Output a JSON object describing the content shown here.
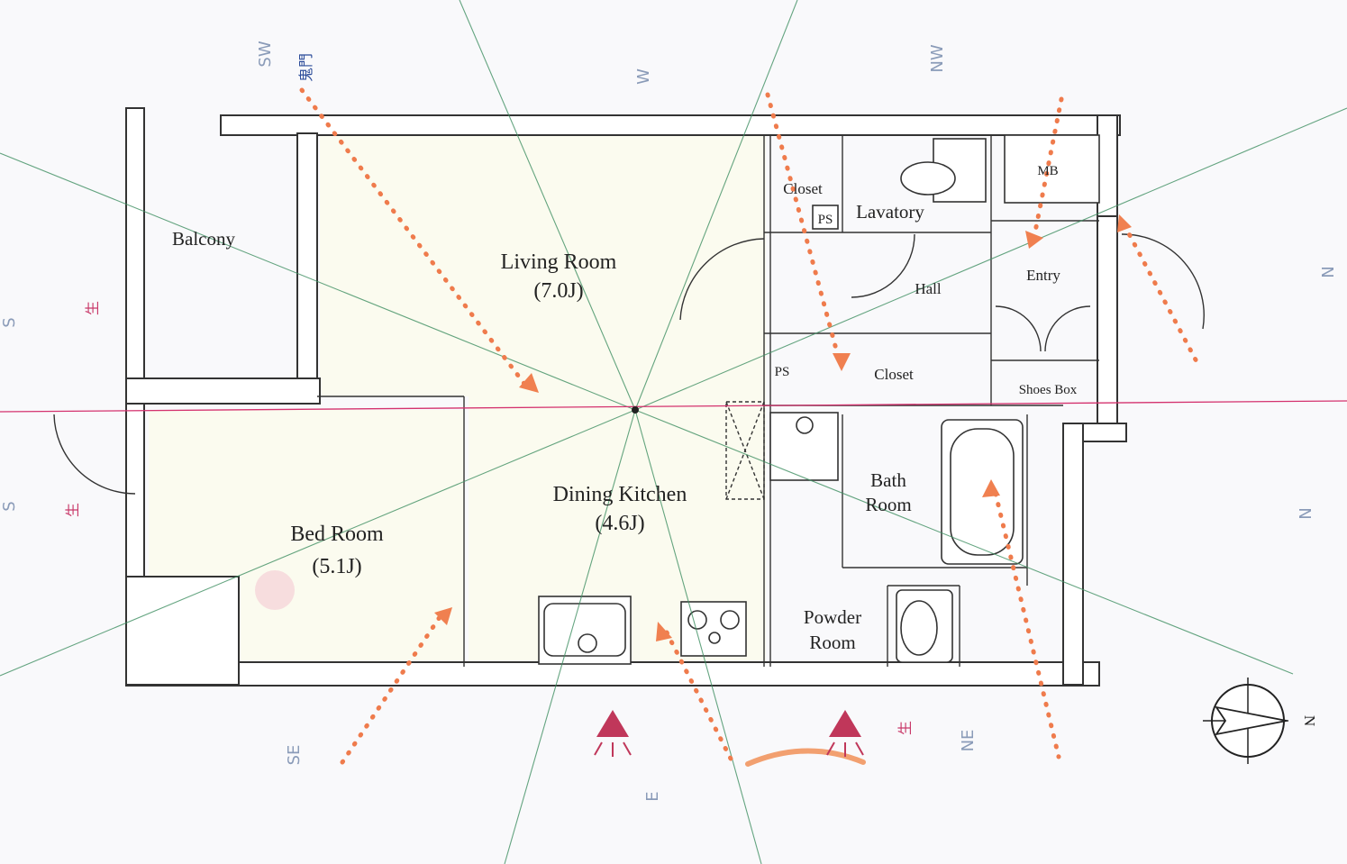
{
  "rooms": {
    "balcony": "Balcony",
    "living_room": "Living Room",
    "living_size": "(7.0J)",
    "dining_kitchen": "Dining Kitchen",
    "dining_size": "(4.6J)",
    "bed_room": "Bed Room",
    "bed_size": "(5.1J)",
    "closet_top": "Closet",
    "ps_top": "PS",
    "lavatory": "Lavatory",
    "mb": "MB",
    "hall": "Hall",
    "entry": "Entry",
    "ps_mid": "PS",
    "closet_mid": "Closet",
    "shoes_box": "Shoes Box",
    "bath_line1": "Bath",
    "bath_line2": "Room",
    "powder_line1": "Powder",
    "powder_line2": "Room"
  },
  "directions": {
    "sw": "SW",
    "w": "W",
    "nw": "NW",
    "s_top": "S",
    "s_bottom": "S",
    "n_top": "N",
    "n_bottom": "N",
    "se": "SE",
    "e": "E",
    "ne": "NE"
  },
  "annotations": {
    "mark_1": "鬼門",
    "mark_2": "生",
    "mark_3": "生",
    "mark_4": "生"
  },
  "compass": {
    "label": "N",
    "icon": "north-arrow-icon"
  },
  "colors": {
    "sector_lines": "#3f8f62",
    "axis_line": "#d4326e",
    "flow_arrows": "#ef7b4c",
    "entrance_markers": "#c0375a",
    "handwriting_blue": "#2d4d9a",
    "handwriting_red": "#c93a6a"
  }
}
